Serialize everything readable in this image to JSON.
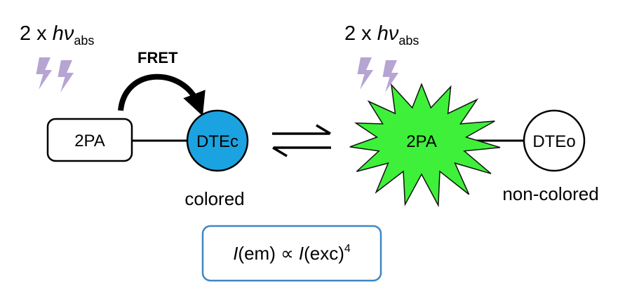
{
  "left_panel": {
    "excitation": {
      "prefix": "2 x ",
      "symbol": "hν",
      "subscript": "abs"
    },
    "fret_label": "FRET",
    "donor_label": "2PA",
    "acceptor_label": "DTEc",
    "state_label": "colored"
  },
  "right_panel": {
    "excitation": {
      "prefix": "2 x ",
      "symbol": "hν",
      "subscript": "abs"
    },
    "donor_label": "2PA",
    "acceptor_label": "DTEo",
    "state_label": "non-colored"
  },
  "formula": {
    "var_left": "I",
    "arg_left": "(em)",
    "relation": " ∝ ",
    "var_right": "I",
    "arg_right": "(exc)",
    "exponent": "4"
  },
  "colors": {
    "acceptor_closed_fill": "#1aa3e0",
    "star_fill": "#3ef03a",
    "lightning_fill": "#b6a4d3",
    "formula_border": "#3f86c4",
    "line": "#000000"
  },
  "icons": {
    "excitation": "lightning-bolt-icon",
    "fret": "curved-arrow-icon",
    "equilibrium": "equilibrium-arrows-icon",
    "emission": "starburst-icon"
  }
}
